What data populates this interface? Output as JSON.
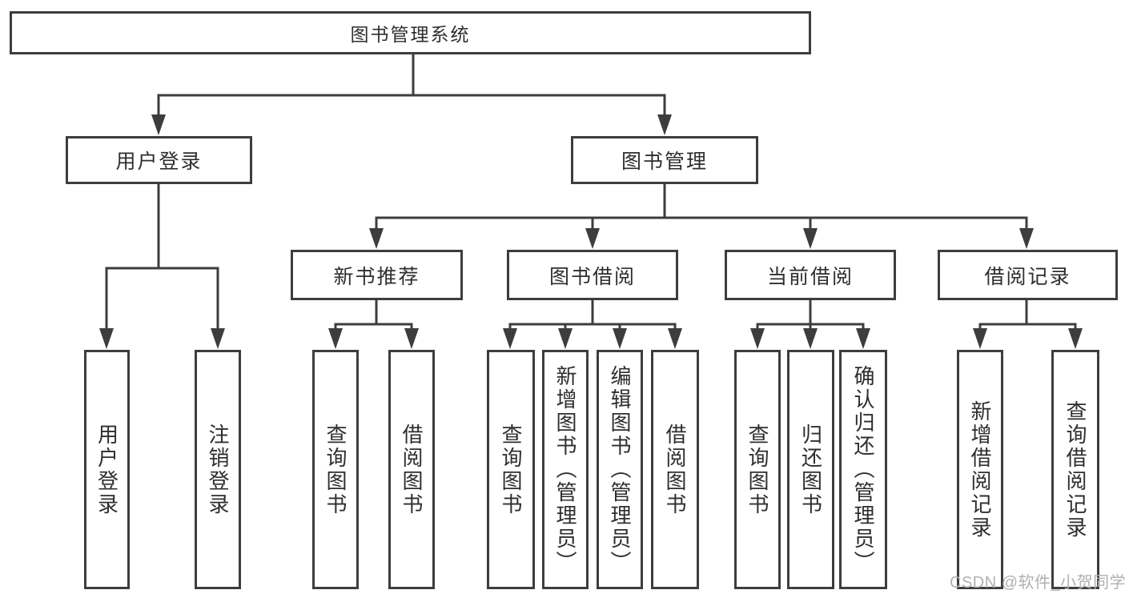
{
  "diagram": {
    "root": {
      "label": "图书管理系统"
    },
    "level2": [
      {
        "label": "用户登录"
      },
      {
        "label": "图书管理"
      }
    ],
    "level3": [
      {
        "label": "新书推荐"
      },
      {
        "label": "图书借阅"
      },
      {
        "label": "当前借阅"
      },
      {
        "label": "借阅记录"
      }
    ],
    "leaves": {
      "user_login": [
        {
          "label": "用户登录"
        },
        {
          "label": "注销登录"
        }
      ],
      "new_books": [
        {
          "label": "查询图书"
        },
        {
          "label": "借阅图书"
        }
      ],
      "book_borrow": [
        {
          "label": "查询图书"
        },
        {
          "label": "新增图书（管理员）"
        },
        {
          "label": "编辑图书（管理员）"
        },
        {
          "label": "借阅图书"
        }
      ],
      "current_borrow": [
        {
          "label": "查询图书"
        },
        {
          "label": "归还图书"
        },
        {
          "label": "确认归还（管理员）"
        }
      ],
      "borrow_records": [
        {
          "label": "新增借阅记录"
        },
        {
          "label": "查询借阅记录"
        }
      ]
    },
    "watermark": "CSDN @软件_小贺同学",
    "colors": {
      "line": "#3d3d3d",
      "text": "#2e2e2e",
      "box_background": "#ffffff",
      "watermark": "#b0b0b0",
      "background": "#ffffff"
    }
  }
}
